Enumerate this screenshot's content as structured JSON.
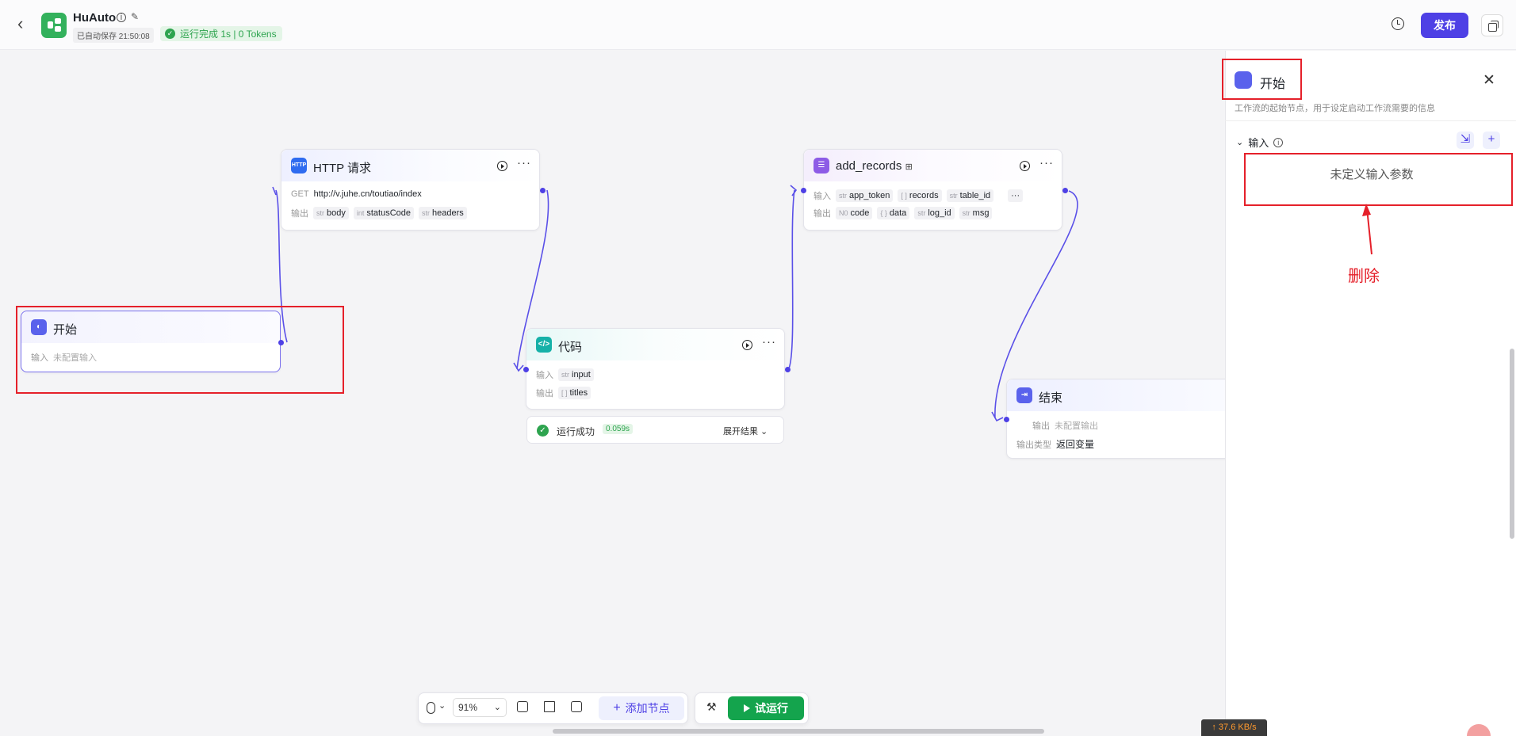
{
  "header": {
    "app_name": "HuAuto",
    "autosave": "已自动保存 21:50:08",
    "run_status": "运行完成 1s | 0 Tokens",
    "publish_label": "发布"
  },
  "nodes": {
    "start": {
      "title": "开始",
      "input_label": "输入",
      "input_value": "未配置输入"
    },
    "http": {
      "title": "HTTP 请求",
      "method": "GET",
      "url": "http://v.juhe.cn/toutiao/index",
      "output_label": "输出",
      "outputs": [
        {
          "type": "str",
          "name": "body"
        },
        {
          "type": "int",
          "name": "statusCode"
        },
        {
          "type": "str",
          "name": "headers"
        }
      ]
    },
    "code": {
      "title": "代码",
      "input_label": "输入",
      "output_label": "输出",
      "inputs": [
        {
          "type": "str",
          "name": "input"
        }
      ],
      "outputs": [
        {
          "type": "[ ]",
          "name": "titles"
        }
      ],
      "run_status": "运行成功",
      "run_time": "0.059s",
      "expand_label": "展开结果"
    },
    "add_records": {
      "title": "add_records",
      "input_label": "输入",
      "output_label": "输出",
      "inputs": [
        {
          "type": "str",
          "name": "app_token"
        },
        {
          "type": "[ ]",
          "name": "records"
        },
        {
          "type": "str",
          "name": "table_id"
        }
      ],
      "outputs": [
        {
          "type": "N0",
          "name": "code"
        },
        {
          "type": "{ }",
          "name": "data"
        },
        {
          "type": "str",
          "name": "log_id"
        },
        {
          "type": "str",
          "name": "msg"
        }
      ]
    },
    "end": {
      "title": "结束",
      "output_label": "输出",
      "output_value": "未配置输出",
      "output_type_label": "输出类型",
      "output_type_value": "返回变量"
    }
  },
  "panel": {
    "title": "开始",
    "description": "工作流的起始节点，用于设定启动工作流需要的信息",
    "input_section": "输入",
    "empty_params": "未定义输入参数",
    "annotation": "删除"
  },
  "toolbar": {
    "zoom": "91%",
    "add_node_label": "添加节点",
    "try_run_label": "试运行"
  },
  "status_bar": {
    "net_speed": "↑ 37.6 KB/s"
  },
  "colors": {
    "accent": "#4e40e5",
    "success": "#14a44d",
    "annotation_red": "#e5202a"
  }
}
